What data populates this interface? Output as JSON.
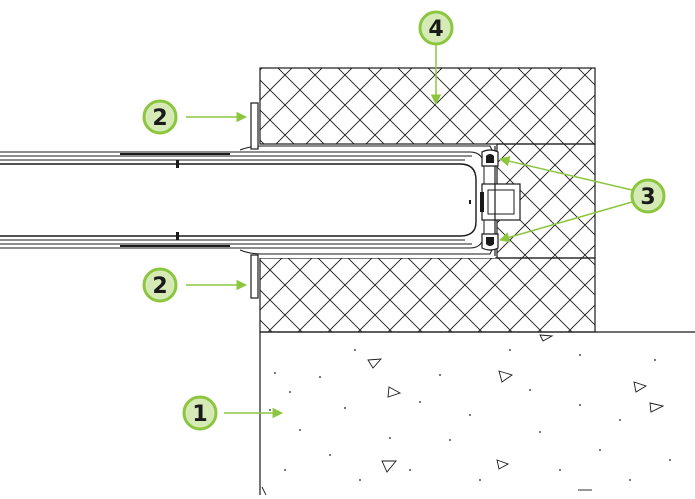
{
  "colors": {
    "line": "#1a1a1a",
    "callout_green": "#8cc63f",
    "callout_fill": "#d6eab8",
    "background": "#ffffff"
  },
  "callouts": [
    {
      "id": "1",
      "label": "1"
    },
    {
      "id": "2a",
      "label": "2"
    },
    {
      "id": "2b",
      "label": "2"
    },
    {
      "id": "3",
      "label": "3"
    },
    {
      "id": "4",
      "label": "4"
    }
  ]
}
